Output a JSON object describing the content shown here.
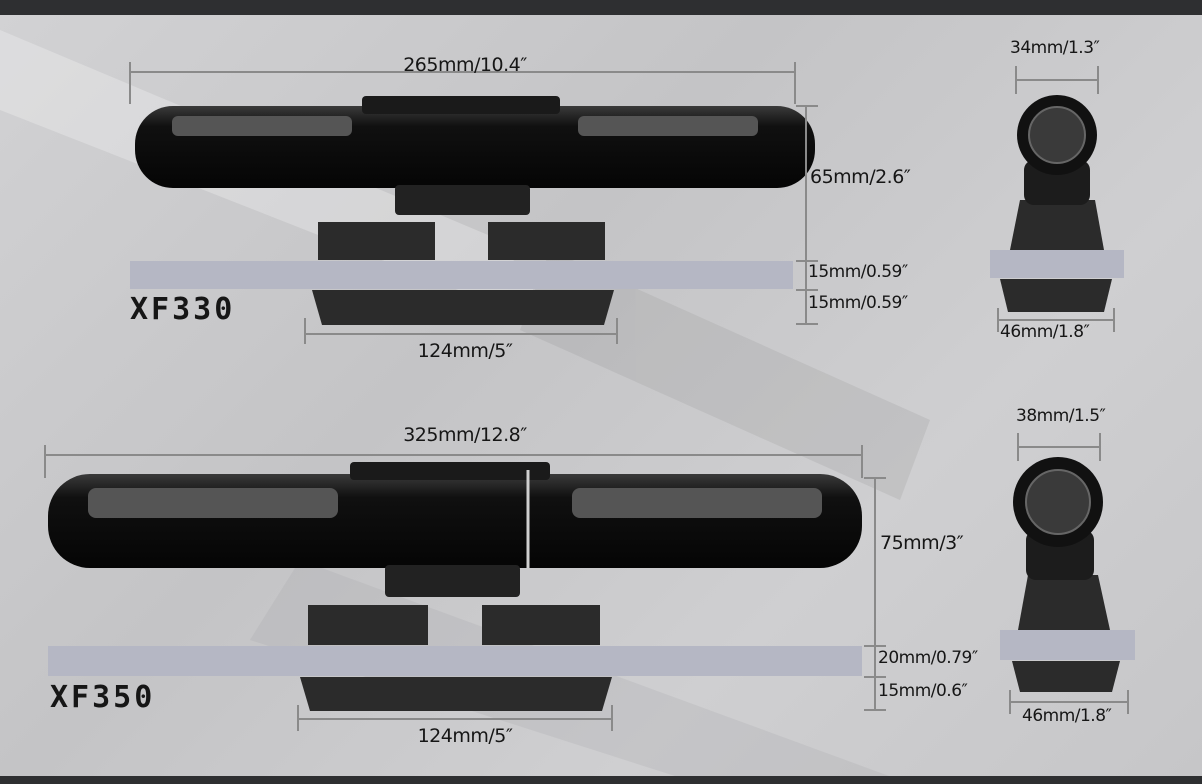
{
  "models": [
    {
      "name": "XF330",
      "length": "265mm/10.4″",
      "height": "65mm/2.6″",
      "glass_thickness": "15mm/0.59″",
      "magnet_thickness": "15mm/0.59″",
      "magnet_width": "124mm/5″",
      "side_width": "34mm/1.3″",
      "side_base_width": "46mm/1.8″"
    },
    {
      "name": "XF350",
      "length": "325mm/12.8″",
      "height": "75mm/3″",
      "glass_thickness": "20mm/0.79″",
      "magnet_thickness": "15mm/0.6″",
      "magnet_width": "124mm/5″",
      "side_width": "38mm/1.5″",
      "side_base_width": "46mm/1.8″"
    }
  ],
  "colors": {
    "pump": "#111111",
    "glass": "#b5b7c4",
    "bracket": "#2b2b2b",
    "dim_line": "#8a8a8a",
    "background": "#c9c9cb",
    "frame": "#2e2f31"
  }
}
